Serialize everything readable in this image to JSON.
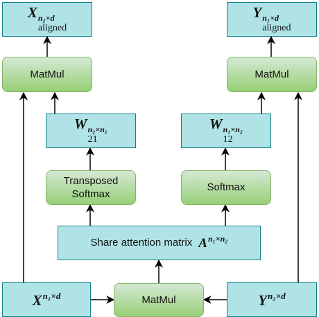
{
  "top_left": {
    "symbol": "X",
    "superscript": "n₂×d",
    "subscript": "aligned"
  },
  "top_right": {
    "symbol": "Y",
    "superscript": "n₁×d",
    "subscript": "aligned"
  },
  "matmul_left": {
    "label": "MatMul"
  },
  "matmul_right": {
    "label": "MatMul"
  },
  "matmul_bottom": {
    "label": "MatMul"
  },
  "w21": {
    "symbol": "W",
    "superscript": "n₂×n₁",
    "subscript": "21"
  },
  "w12": {
    "symbol": "W",
    "superscript": "n₁×n₂",
    "subscript": "12"
  },
  "transposed_softmax": {
    "line1": "Transposed",
    "line2": "Softmax"
  },
  "softmax": {
    "label": "Softmax"
  },
  "attention": {
    "text": "Share attention matrix",
    "symbol": "A",
    "superscript": "n₁×n₂"
  },
  "input_x": {
    "symbol": "X",
    "superscript": "n₁×d"
  },
  "input_y": {
    "symbol": "Y",
    "superscript": "n₂×d"
  },
  "colors": {
    "blue_fill": "#b0e3e6",
    "blue_stroke": "#0e8088",
    "green_top": "#d5e8d4",
    "green_bottom": "#97d077",
    "green_stroke": "#82b366",
    "arrow": "#000000"
  }
}
